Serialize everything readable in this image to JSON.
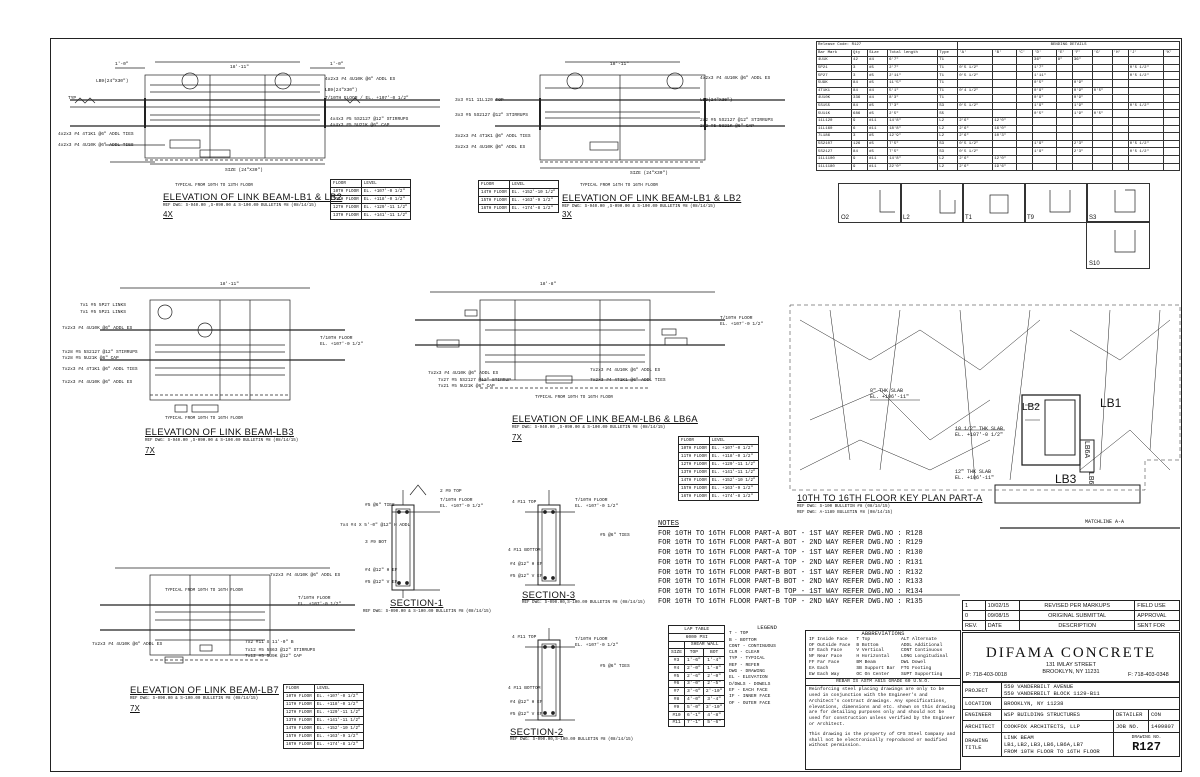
{
  "elevations": {
    "lb1_x4": {
      "title": "ELEVATION OF LINK BEAM-LB1 & LB2",
      "ref": "REF DWG: S-940.00 ,S-090.00 & S-100.00 BULLETIN #8 (08/14/15)",
      "scale": "4X",
      "typical": "TYPICAL FROM 10TH TO 13TH FLOOR"
    },
    "lb1_x3": {
      "title": "ELEVATION OF LINK BEAM-LB1 & LB2",
      "ref": "REF DWG: S-940.00 ,S-090.00 & S-100.00 BULLETIN #8 (08/14/15)",
      "scale": "3X",
      "typical": "TYPICAL FROM 14TH TO 16TH FLOOR"
    },
    "lb3": {
      "title": "ELEVATION OF LINK BEAM-LB3",
      "ref": "REF DWG: S-940.00 ,S-090.00 & S-100.00 BULLETIN #8 (08/14/15)",
      "scale": "7X",
      "typical": "TYPICAL FROM 10TH TO 16TH FLOOR"
    },
    "lb6": {
      "title": "ELEVATION OF LINK BEAM-LB6 & LB6A",
      "ref": "REF DWG: S-940.00 ,S-090.00 & S-100.00 BULLETIN #8 (08/14/15)",
      "scale": "7X",
      "typical": "TYPICAL FROM 10TH TO 16TH FLOOR"
    },
    "lb7": {
      "title": "ELEVATION OF LINK BEAM-LB7",
      "ref": "REF DWG: S-090.00 & S-100.00 BULLETIN #8 (08/14/15)",
      "scale": "7X",
      "typical": "TYPICAL FROM 10TH TO 16TH FLOOR"
    }
  },
  "floor_tables": {
    "t1": {
      "head": [
        "FLOOR",
        "LEVEL"
      ],
      "rows": [
        [
          "10TH FLOOR",
          "EL. +107'-0 1/2\""
        ],
        [
          "11TH FLOOR",
          "EL. +118'-0 1/2\""
        ],
        [
          "12TH FLOOR",
          "EL. +129'-11 1/2\""
        ],
        [
          "13TH FLOOR",
          "EL. +141'-11 1/2\""
        ]
      ]
    },
    "t2": {
      "head": [
        "FLOOR",
        "LEVEL"
      ],
      "rows": [
        [
          "14TH FLOOR",
          "EL. +152'-10 1/2\""
        ],
        [
          "15TH FLOOR",
          "EL. +163'-9 1/2\""
        ],
        [
          "16TH FLOOR",
          "EL. +174'-8 1/2\""
        ]
      ]
    },
    "t3": {
      "head": [
        "FLOOR",
        "LEVEL"
      ],
      "rows": [
        [
          "10TH FLOOR",
          "EL. +107'-0 1/2\""
        ],
        [
          "11TH FLOOR",
          "EL. +118'-0 1/2\""
        ],
        [
          "12TH FLOOR",
          "EL. +129'-11 1/2\""
        ],
        [
          "13TH FLOOR",
          "EL. +141'-11 1/2\""
        ],
        [
          "14TH FLOOR",
          "EL. +152'-10 1/2\""
        ],
        [
          "15TH FLOOR",
          "EL. +163'-9 1/2\""
        ],
        [
          "16TH FLOOR",
          "EL. +174'-8 1/2\""
        ]
      ]
    },
    "t4": {
      "head": [
        "FLOOR",
        "LEVEL"
      ],
      "rows": [
        [
          "10TH FLOOR",
          "EL. +107'-0 1/2\""
        ],
        [
          "11TH FLOOR",
          "EL. +118'-0 1/2\""
        ],
        [
          "12TH FLOOR",
          "EL. +129'-11 1/2\""
        ],
        [
          "13TH FLOOR",
          "EL. +141'-11 1/2\""
        ],
        [
          "14TH FLOOR",
          "EL. +152'-10 1/2\""
        ],
        [
          "15TH FLOOR",
          "EL. +163'-9 1/2\""
        ],
        [
          "16TH FLOOR",
          "EL. +174'-8 1/2\""
        ]
      ]
    }
  },
  "sections": {
    "s1": {
      "title": "SECTION-1",
      "ref": "REF DWG: S-090.00 & S-100.00 BULLETIN #8 (08/14/15)"
    },
    "s2": {
      "title": "SECTION-2",
      "ref": "REF DWG: S-090.00,S-100.00 BULLETIN #8 (08/14/15)"
    },
    "s3": {
      "title": "SECTION-3",
      "ref": "REF DWG: S-090.00,S-100.00 BULLETIN #8 (08/14/15)"
    }
  },
  "key_plan": {
    "title": "10TH TO 16TH FLOOR KEY PLAN PART-A",
    "ref1": "REF DWG: S-100 BULLETIN #8 (08/14/15)",
    "ref2": "REF DWG: A-1189 BULLETIN #8 (08/14/15)",
    "labels": [
      "LB1",
      "LB2",
      "LB3",
      "LB6",
      "LB6A"
    ],
    "slab1": "8\" THK SLAB",
    "slab1_el": "EL. +106'-11\"",
    "slab2": "10 1/2\" THK SLAB",
    "slab2_el": "EL. +107'-0 1/2\"",
    "slab3": "12\" THK SLAB",
    "slab3_el": "EL. +106'-11\"",
    "matchline": "MATCHLINE A-A"
  },
  "notes": {
    "heading": "NOTES",
    "lines": [
      "FOR 10TH TO 16TH FLOOR PART-A BOT - 1ST WAY REFER DWG.NO : R128",
      "FOR 10TH TO 16TH FLOOR PART-A BOT - 2ND WAY REFER DWG.NO : R129",
      "FOR 10TH TO 16TH FLOOR PART-A TOP - 1ST WAY REFER DWG.NO : R130",
      "FOR 10TH TO 16TH FLOOR PART-A TOP - 2ND WAY REFER DWG.NO : R131",
      "FOR 10TH TO 16TH FLOOR PART-B BOT - 1ST WAY REFER DWG.NO : R132",
      "FOR 10TH TO 16TH FLOOR PART-B BOT - 2ND WAY REFER DWG.NO : R133",
      "FOR 10TH TO 16TH FLOOR PART-B TOP - 1ST WAY REFER DWG.NO : R134",
      "FOR 10TH TO 16TH FLOOR PART-B TOP - 2ND WAY REFER DWG.NO : R135"
    ]
  },
  "bending": {
    "release": "Release Code: R127",
    "title": "BENDING DETAILS",
    "head": [
      "Bar Mark",
      "Qty",
      "Size",
      "Total length",
      "Type",
      "'A'",
      "'B'",
      "'C'",
      "'D'",
      "'E'",
      "'F'",
      "'G'",
      "'H'",
      "'J'",
      "'K'"
    ],
    "rows": [
      [
        "4U1K",
        "42",
        "#4",
        "6'7\"",
        "T1",
        "",
        "",
        "",
        "36\"",
        "8\"",
        "36\"",
        "",
        "",
        "",
        ""
      ],
      [
        "5P21",
        "3",
        "#5",
        "2'7\"",
        "T1",
        "0'5 1/2\"",
        "",
        "",
        "1'7\"",
        "",
        "",
        "",
        "",
        "0'5 1/2\"",
        ""
      ],
      [
        "5P27",
        "3",
        "#5",
        "2'11\"",
        "T1",
        "0'5 1/2\"",
        "",
        "",
        "1'11\"",
        "",
        "",
        "",
        "",
        "0'5 1/2\"",
        ""
      ],
      [
        "5U9K",
        "84",
        "#5",
        "11'5\"",
        "T1",
        "",
        "",
        "",
        "0'5\"",
        "",
        "0'9\"",
        "",
        "",
        "",
        ""
      ],
      [
        "4T1K1",
        "84",
        "#4",
        "5'1\"",
        "T1",
        "0'4 1/2\"",
        "",
        "",
        "0'9\"",
        "",
        "0'9\"",
        "0'5\"",
        "",
        "",
        ""
      ],
      [
        "4U10K",
        "336",
        "#4",
        "8'3\"",
        "T1",
        "",
        "",
        "",
        "0'9\"",
        "",
        "0'9\"",
        "",
        "",
        "",
        ""
      ],
      [
        "5S155",
        "84",
        "#5",
        "7'3\"",
        "S3",
        "0'5 1/2\"",
        "",
        "",
        "1'9\"",
        "",
        "1'9\"",
        "",
        "",
        "0'5 1/2\"",
        ""
      ],
      [
        "5U11K",
        "686",
        "#5",
        "2'5\"",
        "S5",
        "",
        "",
        "",
        "0'5\"",
        "",
        "1'9\"",
        "0'5\"",
        "",
        "",
        ""
      ],
      [
        "11L120",
        "9",
        "#11",
        "14'8\"",
        "L2",
        "2'6\"",
        "12'0\"",
        "",
        "",
        "",
        "",
        "",
        "",
        "",
        ""
      ],
      [
        "11L160",
        "6",
        "#11",
        "18'8\"",
        "L2",
        "2'6\"",
        "16'0\"",
        "",
        "",
        "",
        "",
        "",
        "",
        "",
        ""
      ],
      [
        "7L186",
        "3",
        "#5",
        "12'9\"",
        "L2",
        "2'6\"",
        "10'3\"",
        "",
        "",
        "",
        "",
        "",
        "",
        "",
        ""
      ],
      [
        "5S2107",
        "126",
        "#5",
        "7'5\"",
        "S3",
        "0'5 1/2\"",
        "",
        "",
        "1'9\"",
        "",
        "2'3\"",
        "",
        "",
        "0'5 1/2\"",
        ""
      ],
      [
        "5S2127",
        "84",
        "#5",
        "7'5\"",
        "S3",
        "0'5 1/2\"",
        "",
        "",
        "1'9\"",
        "",
        "2'3\"",
        "",
        "",
        "0'5 1/2\"",
        ""
      ],
      [
        "11L1100",
        "9",
        "#11",
        "14'8\"",
        "L2",
        "2'6\"",
        "12'0\"",
        "",
        "",
        "",
        "",
        "",
        "",
        "",
        ""
      ],
      [
        "11L1180",
        "9",
        "#11",
        "22'0\"",
        "L2",
        "2'6\"",
        "19'6\"",
        "",
        "",
        "",
        "",
        "",
        "",
        "",
        ""
      ]
    ],
    "shapes": [
      "O2",
      "L2",
      "T1",
      "T9",
      "S3",
      "S10"
    ]
  },
  "lap_table": {
    "title": "LAP TABLE",
    "psi": "6000 PSI",
    "head": [
      "SIZE",
      "TOP",
      "BOT"
    ],
    "sub": "SHEAR WALL",
    "rows": [
      [
        "#3",
        "1'-6\"",
        "1'-4\""
      ],
      [
        "#4",
        "2'-0\"",
        "1'-8\""
      ],
      [
        "#5",
        "2'-6\"",
        "2'-0\""
      ],
      [
        "#6",
        "3'-0\"",
        "2'-5\""
      ],
      [
        "#7",
        "3'-6\"",
        "2'-10\""
      ],
      [
        "#8",
        "4'-0\"",
        "3'-4\""
      ],
      [
        "#9",
        "5'-0\"",
        "3'-10\""
      ],
      [
        "#10",
        "6'-1\"",
        "4'-8\""
      ],
      [
        "#11",
        "7'-1\"",
        "5'-6\""
      ]
    ]
  },
  "legend": {
    "title": "LEGEND",
    "items": [
      "T - TOP",
      "B - BOTTOM",
      "CONT - CONTINUOUS",
      "CLR - CLEAR",
      "TYP - TYPICAL",
      "REF - REFER",
      "DWG - DRAWING",
      "EL - ELEVATION",
      "D/DWLS - DOWELS",
      "EF - EACH FACE",
      "IF - INNER FACE",
      "OF - OUTER FACE"
    ]
  },
  "abbreviations": {
    "title": "ABBREVIATIONS",
    "col1": [
      "IF Inside Face",
      "OF Outside Face",
      "EF Each Face",
      "NF Near Face",
      "FF Far Face",
      "EA Each",
      "EW Each Way"
    ],
    "col2": [
      "T Top",
      "B Bottom",
      "V Vertical",
      "H Horizontal",
      "BM Beam",
      "SB Support Bar",
      "OC On Center"
    ],
    "col3": [
      "ALT Alternate",
      "ADDL Additional",
      "CONT Continuous",
      "LONG Longitudinal",
      "DWL Dowel",
      "FTG Footing",
      "SUPT Supporting"
    ],
    "rebar": "REBAR IS ASTM A615 GRADE 60 U.N.O.",
    "note1": "Reinforcing steel placing drawings are only to be used in conjunction with the Engineer's and Architect's contract drawings. Any specifications, elevations, dimensions and etc. shown on this drawing are for detailing purposes only and should not be used for construction unless verified by the Engineer or Architect.",
    "note2": "This drawing is the property of CFS Steel Company and shall not be electronically reproduced or modified without permission."
  },
  "title_block": {
    "revisions": [
      [
        "1",
        "10/02/15",
        "REVISED PER MARKUPS",
        "FIELD USE"
      ],
      [
        "0",
        "09/08/15",
        "ORIGINAL SUBMITTAL",
        "APPROVAL"
      ],
      [
        "REV.",
        "DATE",
        "DESCRIPTION",
        "SENT FOR"
      ]
    ],
    "company": "DIFAMA CONCRETE",
    "address1": "131 IMLAY STREET",
    "address2": "BROOKLYN, NY 11231",
    "phone": "P: 718-403-0018",
    "fax": "F: 718-403-0348",
    "project_label": "PROJECT",
    "project1": "550 VANDERBILT AVENUE",
    "project2": "550 VANDERBILT BLOCK 1129-B11",
    "location_label": "LOCATION",
    "location": "BROOKLYN, NY 11238",
    "engineer_label": "ENGINEER",
    "engineer": "WSP BUILDING STRUCTURES",
    "detailer_label": "DETAILER",
    "detailer": "CON",
    "architect_label": "ARCHITECT",
    "architect": "COOKFOX ARCHITECTS, LLP",
    "job_label": "JOB NO.",
    "job": "1499807",
    "drawing_label": "DRAWING TITLE",
    "drawing1": "LINK BEAM LB1,LB2,LB3,LB6,LB6A,LB7",
    "drawing2": "FROM 10TH FLOOR TO 16TH FLOOR",
    "dwgno_label": "DRAWING NO.",
    "dwgno": "R127"
  }
}
